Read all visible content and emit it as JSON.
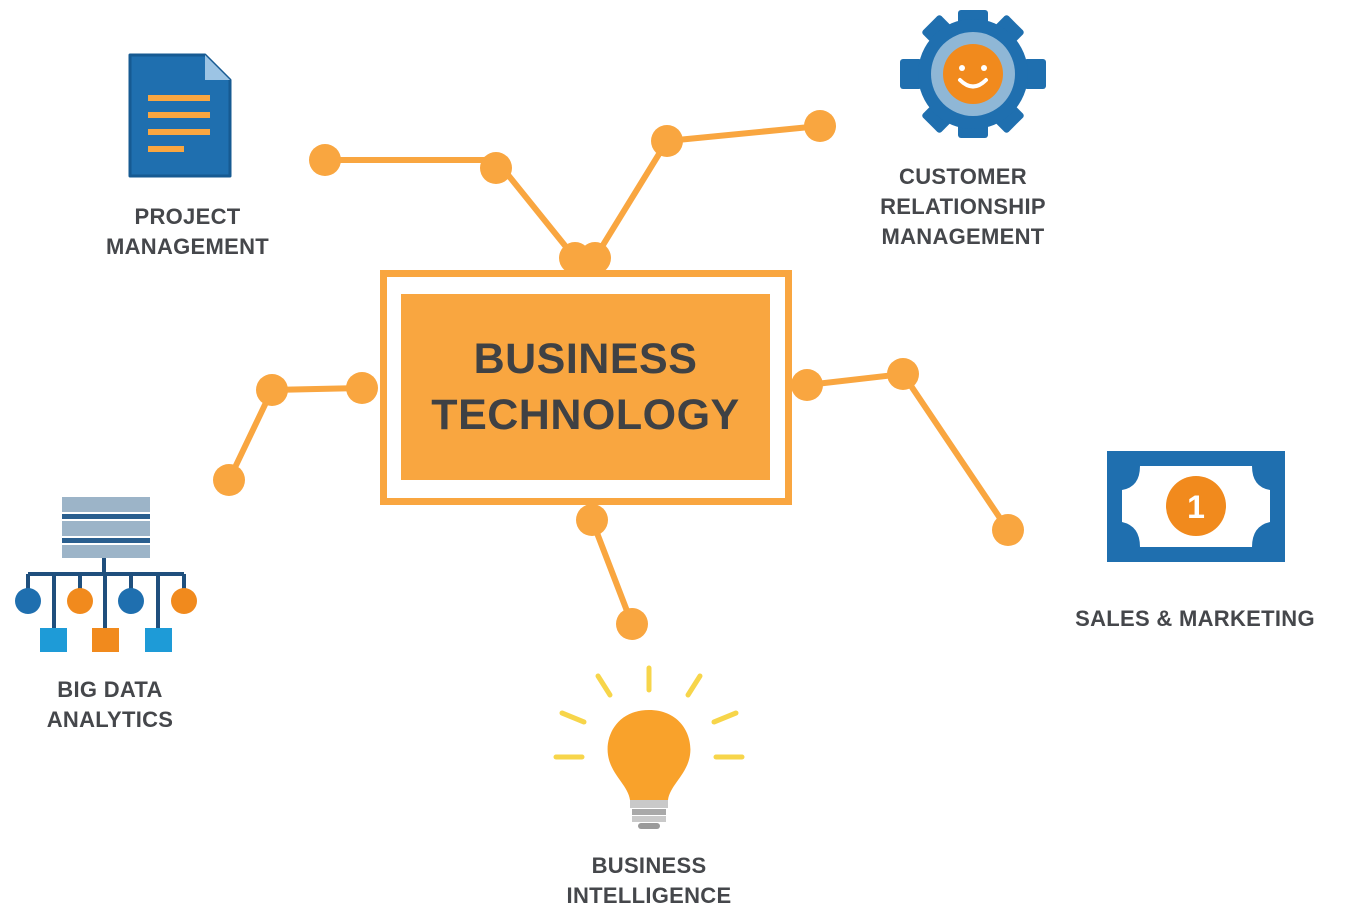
{
  "center": {
    "lines": [
      "BUSINESS",
      "TECHNOLOGY"
    ]
  },
  "nodes": [
    {
      "id": "project-management",
      "lines": [
        "PROJECT",
        "MANAGEMENT"
      ],
      "icon": "document-icon"
    },
    {
      "id": "crm",
      "lines": [
        "CUSTOMER",
        "RELATIONSHIP",
        "MANAGEMENT"
      ],
      "icon": "gear-smiley-icon"
    },
    {
      "id": "big-data",
      "lines": [
        "BIG DATA",
        "ANALYTICS"
      ],
      "icon": "data-hierarchy-icon"
    },
    {
      "id": "sales-marketing",
      "lines": [
        "SALES & MARKETING"
      ],
      "icon": "banknote-icon",
      "badge": "1"
    },
    {
      "id": "business-intelligence",
      "lines": [
        "BUSINESS",
        "INTELLIGENCE"
      ],
      "icon": "lightbulb-icon"
    }
  ],
  "colors": {
    "accent": "#f9a640",
    "connector": "#f9a640",
    "icon_blue": "#1f6faf",
    "icon_orange": "#f18a1d",
    "text": "#45474b"
  }
}
